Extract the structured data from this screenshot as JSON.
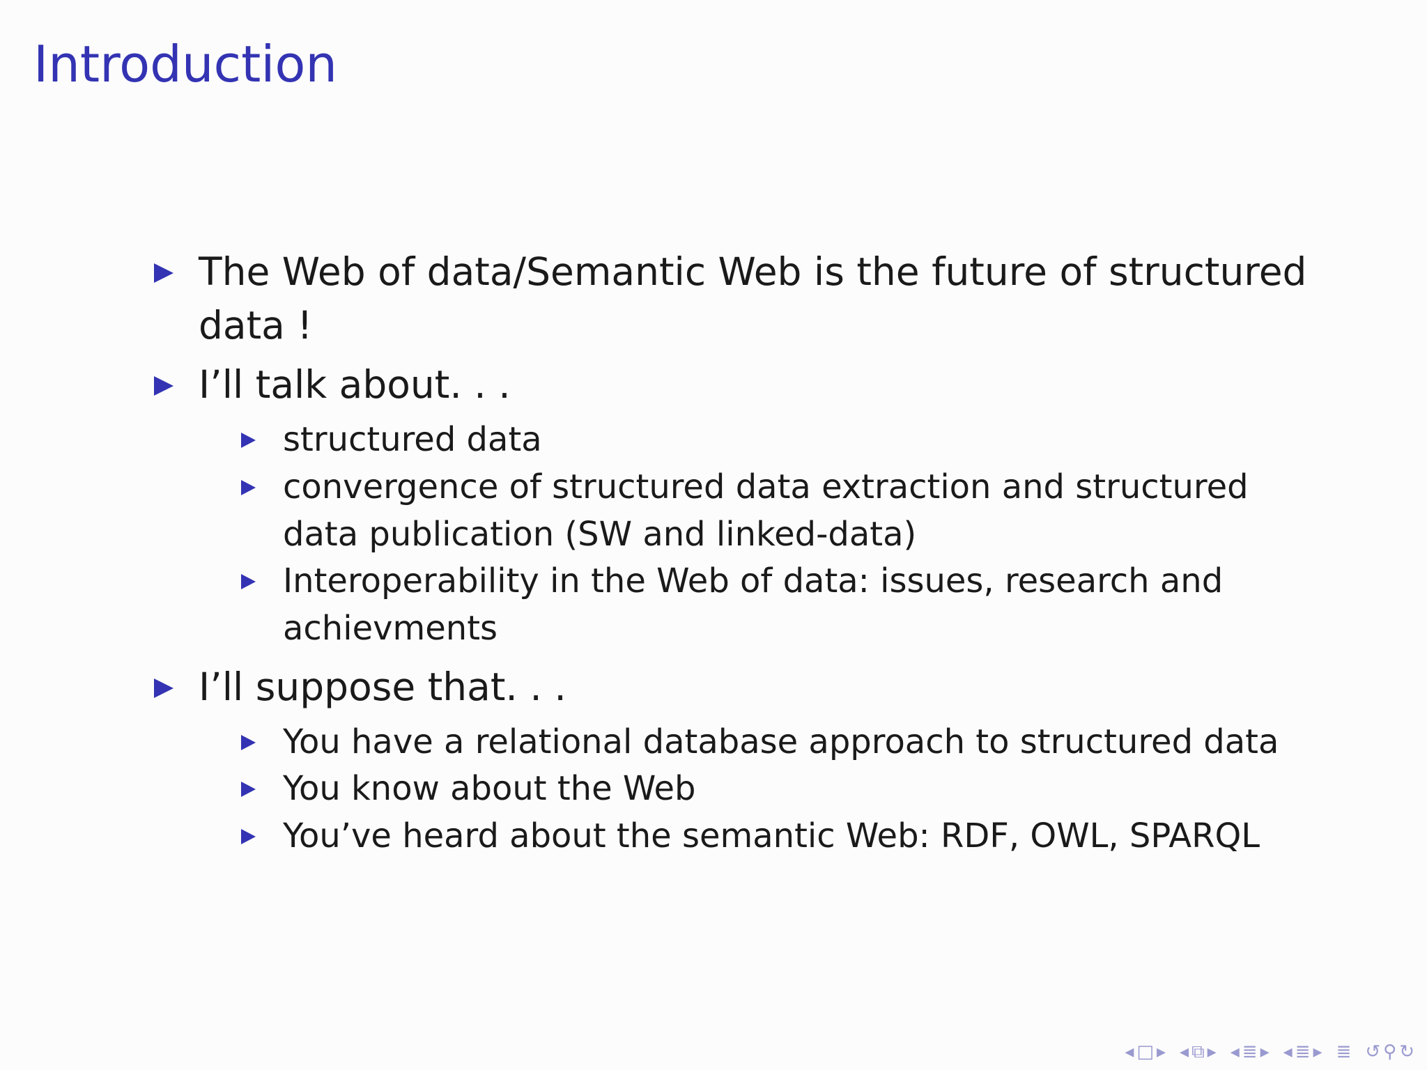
{
  "slide": {
    "title": "Introduction",
    "items": [
      {
        "text": "The Web of data/Semantic Web is the future of structured data !"
      },
      {
        "text": "I’ll talk about. . .",
        "subitems": [
          "structured data",
          "convergence of structured data extraction and structured data publication (SW and linked-data)",
          "Interoperability in the Web of data: issues, research and achievments"
        ]
      },
      {
        "text": "I’ll suppose that. . .",
        "subitems": [
          "You have a relational database approach to structured data",
          "You know about the Web",
          "You’ve heard about the semantic Web: RDF, OWL, SPARQL"
        ]
      }
    ]
  },
  "nav": {
    "icons": [
      "arrow-left-icon",
      "frame-icon",
      "arrow-right-icon",
      "arrow-left-icon",
      "subsection-icon",
      "arrow-right-icon",
      "arrow-left-icon",
      "section-icon",
      "arrow-right-icon",
      "arrow-left-icon",
      "document-icon",
      "arrow-right-icon",
      "toc-icon",
      "back-icon",
      "search-icon",
      "forward-icon"
    ],
    "color": "#9a9ad0"
  },
  "colors": {
    "accent": "#3333b3",
    "text": "#1a1a1a",
    "background": "#fcfcfc"
  }
}
